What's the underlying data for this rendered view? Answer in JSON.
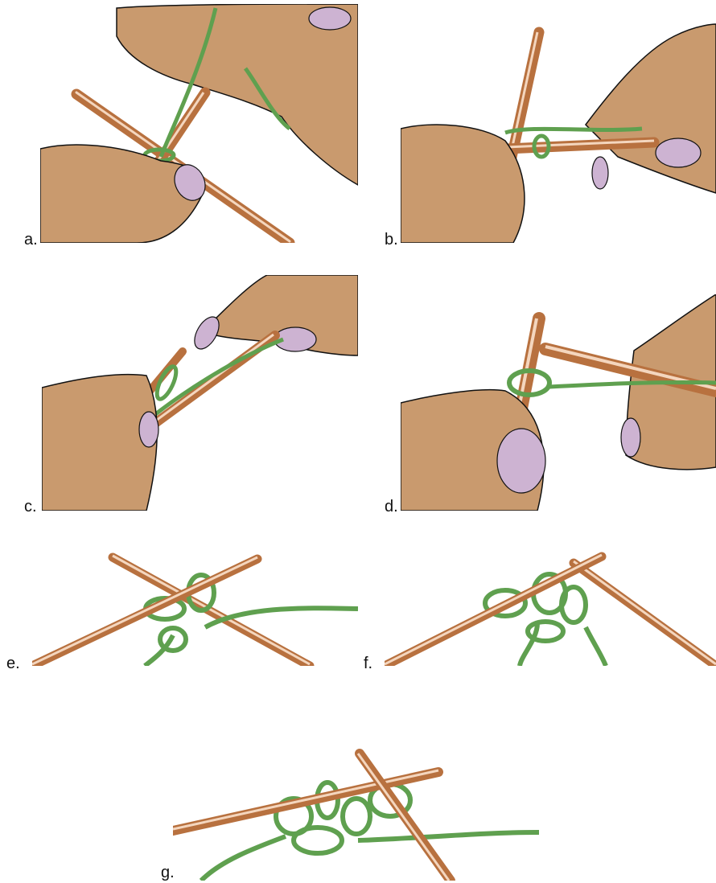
{
  "steps": [
    {
      "id": "a",
      "label": "a."
    },
    {
      "id": "b",
      "label": "b."
    },
    {
      "id": "c",
      "label": "c."
    },
    {
      "id": "d",
      "label": "d."
    },
    {
      "id": "e",
      "label": "e."
    },
    {
      "id": "f",
      "label": "f."
    },
    {
      "id": "g",
      "label": "g."
    }
  ],
  "colors": {
    "skin": "#c99a6e",
    "nail": "#cdb3d2",
    "yarn": "#5fa04f",
    "needle": "#b8713f",
    "needle_highlight": "#f4d6be",
    "outline": "#111111"
  }
}
